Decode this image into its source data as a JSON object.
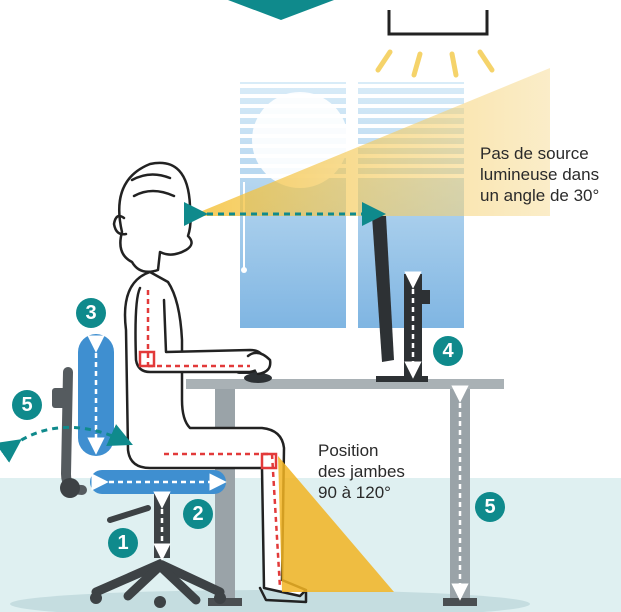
{
  "labels": {
    "light_line1": "Pas de source",
    "light_line2": "lumineuse dans",
    "light_line3": "un angle de 30°",
    "legs_line1": "Position",
    "legs_line2": "des jambes",
    "legs_line3": "90 à 120°"
  },
  "badges": {
    "chair_height": "1",
    "seat_depth": "2",
    "backrest_height": "3",
    "monitor_height": "4",
    "backrest_tilt": "5",
    "desk_height": "5"
  },
  "colors": {
    "teal": "#0f8a8c",
    "chair_blue": "#3f8fd0",
    "light_yellow": "#f5c13a",
    "floor": "#dff0f1",
    "guide_red": "#e23a3a",
    "desk_gray": "#9aa3a8"
  }
}
